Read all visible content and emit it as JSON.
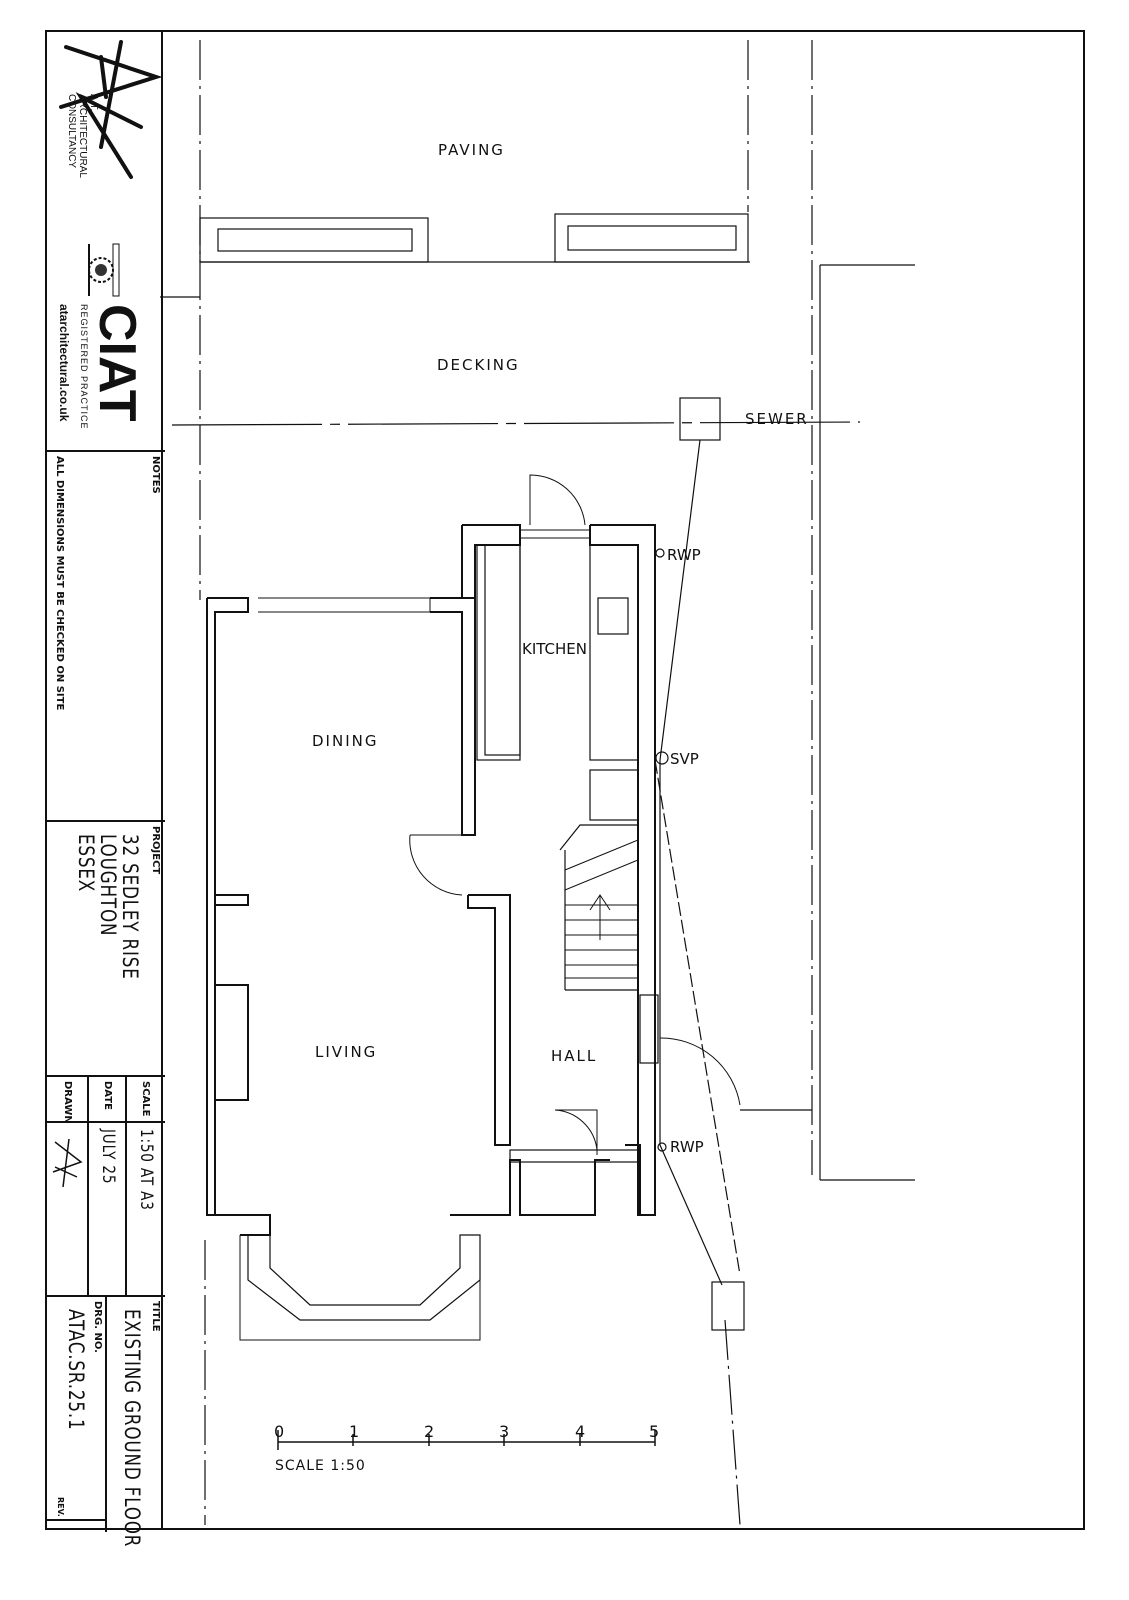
{
  "title_block": {
    "company_lines": [
      "A.T.",
      "ARCHITECTURAL",
      "CONSULTANCY"
    ],
    "logo_text": "CIAT",
    "logo_sub": "REGISTERED PRACTICE",
    "website": "atarchitectural.co.uk",
    "notes_label": "NOTES",
    "notes_text": "ALL DIMENSIONS MUST BE CHECKED ON SITE",
    "project_label": "PROJECT",
    "project_lines": [
      "32 SEDLEY RISE",
      "LOUGHTON",
      "ESSEX"
    ],
    "scale_label": "SCALE",
    "scale_value": "1:50 AT A3",
    "date_label": "DATE",
    "date_value": "JULY 25",
    "drawn_label": "DRAWN",
    "title_label": "TITLE",
    "title_value": "EXISTING GROUND FLOOR",
    "drg_label": "DRG. NO.",
    "drg_value": "ATAC.SR.25.1",
    "rev_label": "REV."
  },
  "plan": {
    "labels": {
      "paving": "PAVING",
      "decking": "DECKING",
      "sewer": "SEWER",
      "rwp_top": "RWP",
      "kitchen": "KITCHEN",
      "svp": "SVP",
      "dining": "DINING",
      "living": "LIVING",
      "hall": "HALL",
      "rwp_bottom": "RWP"
    },
    "scale_bar": {
      "ticks": [
        "0",
        "1",
        "2",
        "3",
        "4",
        "5"
      ],
      "caption": "SCALE 1:50"
    }
  }
}
